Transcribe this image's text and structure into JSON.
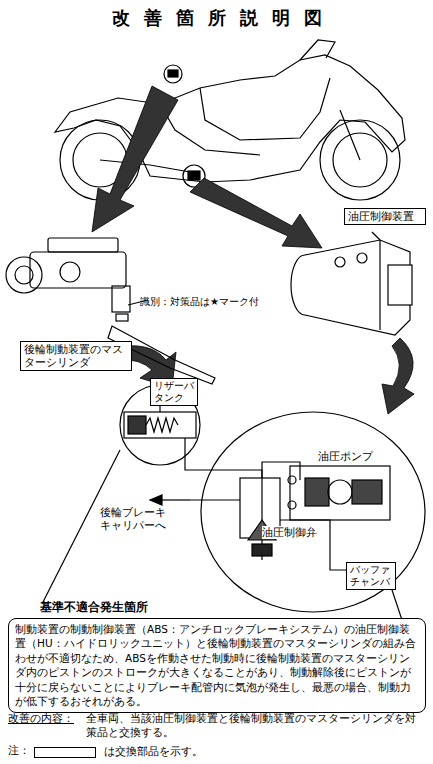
{
  "diagram": {
    "title": "改善箇所説明図",
    "nodes": [
      {
        "text": [
          "後輪制動装置のマスターシリンダ"
        ]
      },
      {
        "text": [
          "油圧制御装置"
        ]
      },
      {
        "text": [
          "リザーバタンク"
        ]
      },
      {
        "text": [
          "バッファチャンバ"
        ]
      },
      {
        "text": [
          "制動装置の制動制御装置（ABS：アンチロックブレーキシステム）の油圧制御装置（HU：ハイドロリックユニット）と後輪制動装置のマスターシリンダの組み合わせが不適切なため、ABSを作動させた制動時に後輪制動装置のマスターシリンダ内のピストンのストロークが大きくなることがあり、制動解除後にピストンが十分に戻らないことによりブレーキ配管内に気泡が発生し、最悪の場合、制動力が低下するおそれがある。"
        ]
      }
    ],
    "labels": [
      "識別：対策品は★マーク付",
      "油圧ポンプ",
      "後輪ブレーキキャリパーへ",
      "油圧制御弁",
      "基準不適合発生箇所",
      "改善の内容：",
      "全車両、当該油圧制御装置と後輪制動装置のマスターシリンダを対策品と交換する。",
      "注："
    ],
    "legend": [
      {
        "text": "は交換部品を示す。"
      }
    ]
  }
}
